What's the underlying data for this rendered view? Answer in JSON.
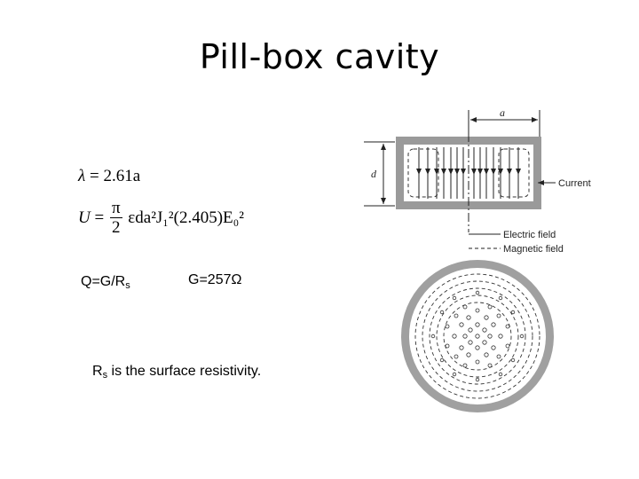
{
  "slide": {
    "title": "Pill-box cavity"
  },
  "equations": {
    "wavelength": {
      "lhs": "λ",
      "rhs": "2.61a"
    },
    "energy": {
      "lhs": "U",
      "frac_num": "π",
      "frac_den": "2",
      "rhs": "εda²J₁²(2.405)E₀²"
    }
  },
  "relations": {
    "q_text": "Q=G/R",
    "q_sub": "s",
    "g_text": "G=257Ω",
    "rs_symbol": "R",
    "rs_sub": "s",
    "rs_text": " is the surface resistivity."
  },
  "figure": {
    "label_a": "a",
    "label_d": "d",
    "label_current": "Current",
    "legend_electric": "Electric field",
    "legend_magnetic": "Magnetic field"
  }
}
